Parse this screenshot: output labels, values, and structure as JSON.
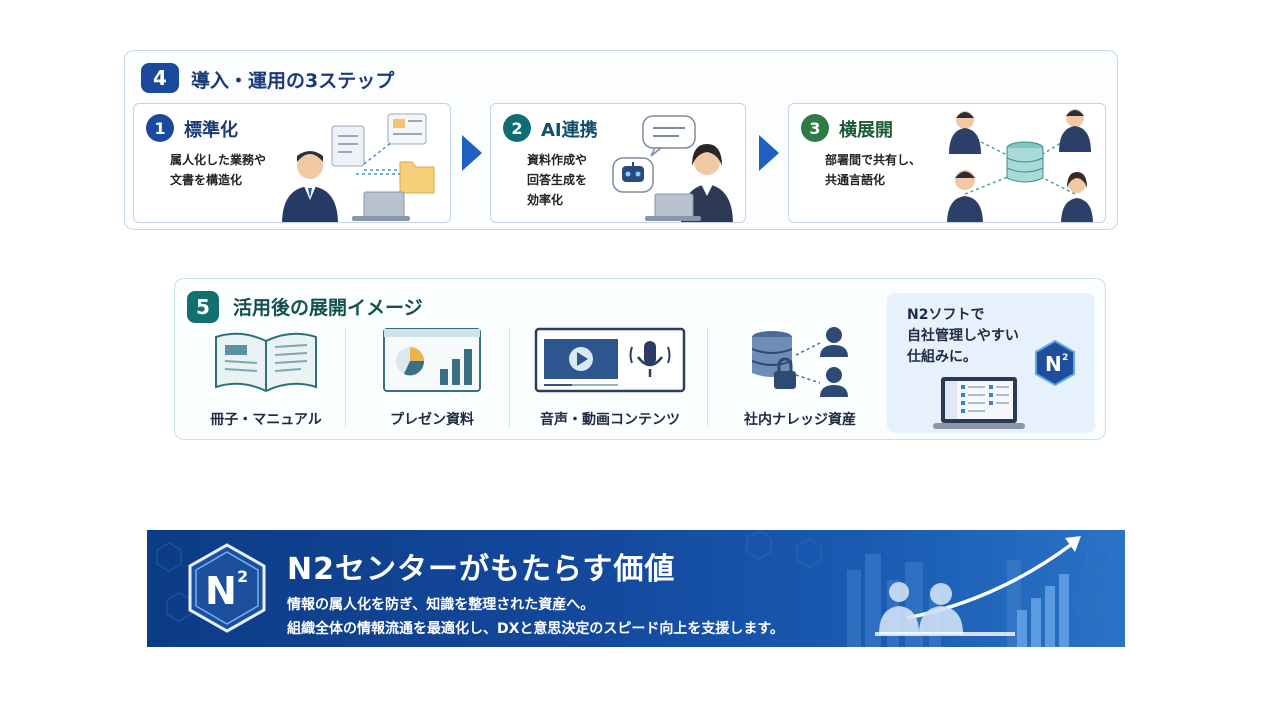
{
  "section4": {
    "number": "4",
    "title": "導入・運用の3ステップ",
    "steps": [
      {
        "number": "1",
        "title": "標準化",
        "desc": [
          "属人化した業務や",
          "文書を構造化"
        ]
      },
      {
        "number": "2",
        "title": "AI連携",
        "desc": [
          "資料作成や",
          "回答生成を",
          "効率化"
        ]
      },
      {
        "number": "3",
        "title": "横展開",
        "desc": [
          "部署間で共有し、",
          "共通言語化"
        ]
      }
    ]
  },
  "section5": {
    "number": "5",
    "title": "活用後の展開イメージ",
    "items": [
      {
        "label": "冊子・マニュアル"
      },
      {
        "label": "プレゼン資料"
      },
      {
        "label": "音声・動画コンテンツ"
      },
      {
        "label": "社内ナレッジ資産"
      }
    ],
    "n2box": {
      "lines": [
        "N2ソフトで",
        "自社管理しやすい",
        "仕組みに。"
      ],
      "logo_text": "N",
      "logo_sup": "2"
    }
  },
  "banner": {
    "logo_text": "N",
    "logo_sup": "2",
    "title": "N2センターがもたらす価値",
    "line1": "情報の属人化を防ぎ、知識を整理された資産へ。",
    "line2": "組織全体の情報流通を最適化し、DXと意思決定のスピード向上を支援します。"
  },
  "colors": {
    "primary": "#1b4a9c",
    "teal": "#12716e",
    "green": "#2e7b47",
    "banner": "#13489c"
  }
}
